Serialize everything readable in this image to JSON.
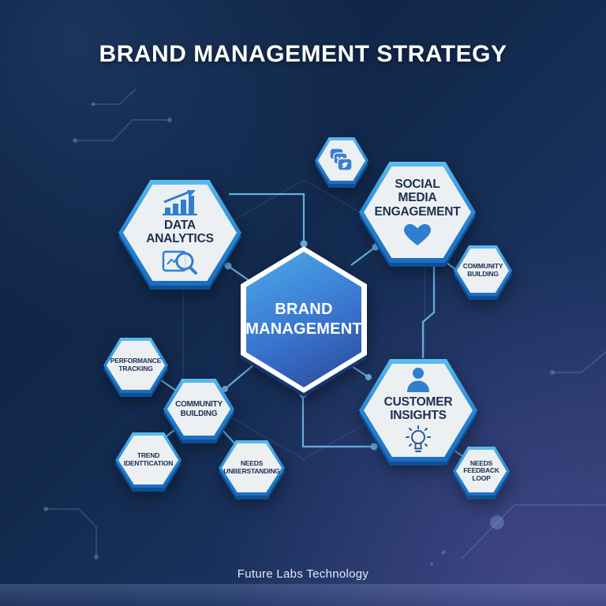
{
  "title": "BRAND MANAGEMENT STRATEGY",
  "footer": "Future Labs Technology",
  "colors": {
    "background_top": "#0d1f3d",
    "background_bottom": "#2c3c69",
    "hex_border_blue": "#1a6dc2",
    "hex_fill": "#edf0f2",
    "central_gradient_start": "#4aa6e8",
    "central_gradient_end": "#2a4898",
    "connector": "#66aede",
    "label_navy": "#1c2e52",
    "icon_blue": "#2e7fd0",
    "title_white": "#ffffff"
  },
  "icons": {
    "data_analytics_top": "bar-chart-growth-icon",
    "data_analytics_bottom": "magnifier-chart-icon",
    "social_badge": "social-bubbles-icon",
    "social_media_bottom": "heart-icon",
    "customer_insights_top": "person-icon",
    "customer_insights_bottom": "lightbulb-icon"
  },
  "nodes": {
    "central": {
      "label": "BRAND\nMANAGEMENT"
    },
    "data_analytics": {
      "label": "DATA\nANALYTICS"
    },
    "social_media": {
      "label": "SOCIAL\nMEDIA\nENGAGEMENT"
    },
    "community_building_right": {
      "label": "COMMUNITY\nBUILDING"
    },
    "customer_insights": {
      "label": "CUSTOMER\nINSIGHTS"
    },
    "performance_tracking": {
      "label": "PERFORMANCE\nTRACKING"
    },
    "community_building_left": {
      "label": "COMMUNITY\nBUILDING"
    },
    "trend_identification": {
      "label": "TREND\nIDENTTICATION"
    },
    "needs_understanding": {
      "label": "NEEDS\nUNBERSTANDING"
    },
    "needs_feedback_loop": {
      "label": "NEEDS\nFEEDBACK\nLOOP"
    }
  }
}
